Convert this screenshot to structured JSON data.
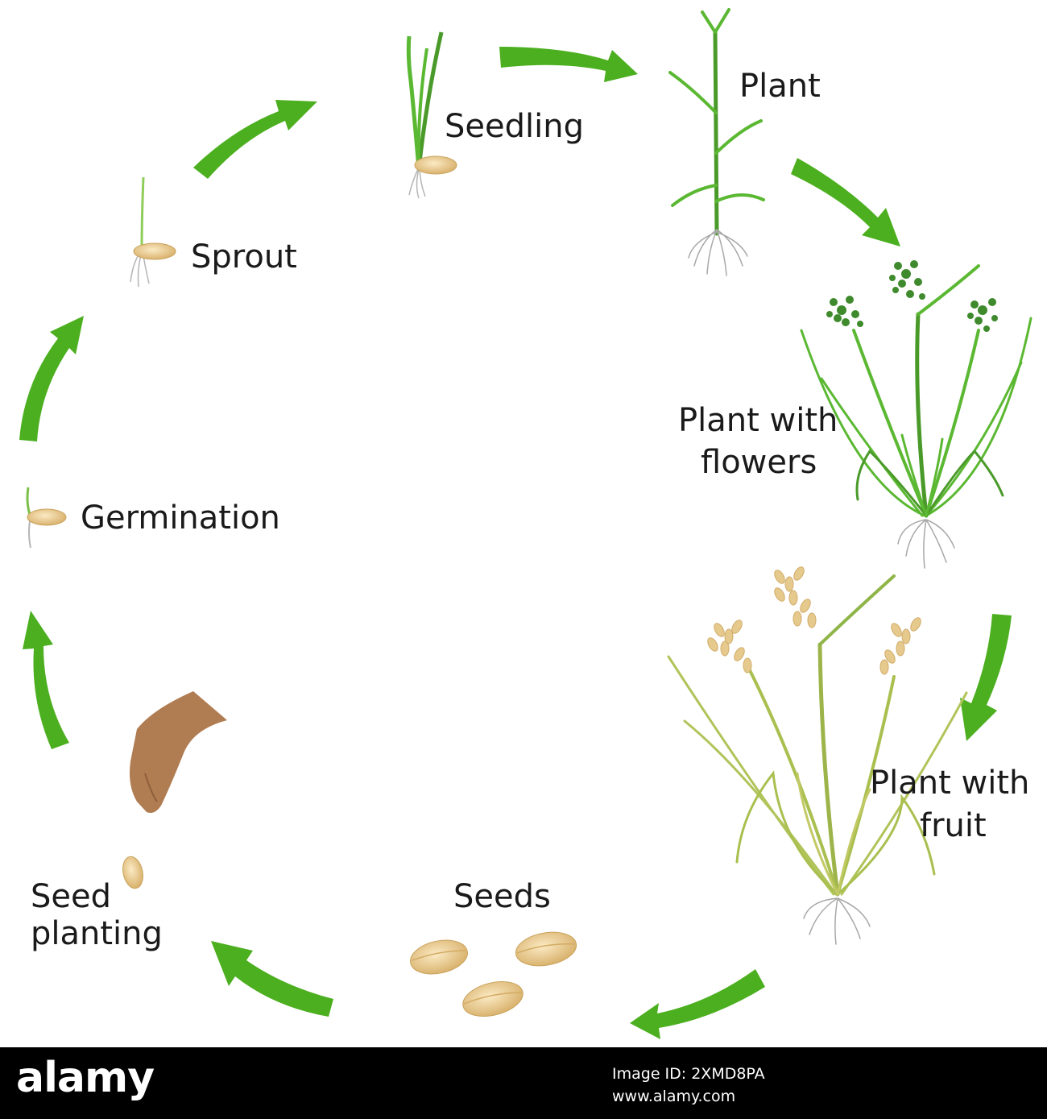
{
  "stages": {
    "seedling": "Seedling",
    "plant": "Plant",
    "flowers_line1": "Plant with",
    "flowers_line2": "flowers",
    "fruit_line1": "Plant with",
    "fruit_line2": "fruit",
    "seeds": "Seeds",
    "planting_line1": "Seed",
    "planting_line2": "planting",
    "germination": "Germination",
    "sprout": "Sprout"
  },
  "colors": {
    "arrow": "#4caf1f",
    "leaf": "#5bb832",
    "stem": "#4a9a2a",
    "seed": "#e8c98a",
    "dry_leaf": "#b9c25a",
    "spikelet": "#e6c98d",
    "root": "#a8a8a8",
    "hand": "#b07c52"
  },
  "icons": [
    "seedling-illustration",
    "young-plant-illustration",
    "flowering-plant-illustration",
    "fruiting-plant-illustration",
    "seeds-illustration",
    "hand-planting-illustration",
    "germinating-seed-illustration",
    "sprout-illustration",
    "cycle-arrow"
  ],
  "footer": {
    "brand": "alamy",
    "image_id": "Image ID: 2XMD8PA",
    "url": "www.alamy.com"
  }
}
